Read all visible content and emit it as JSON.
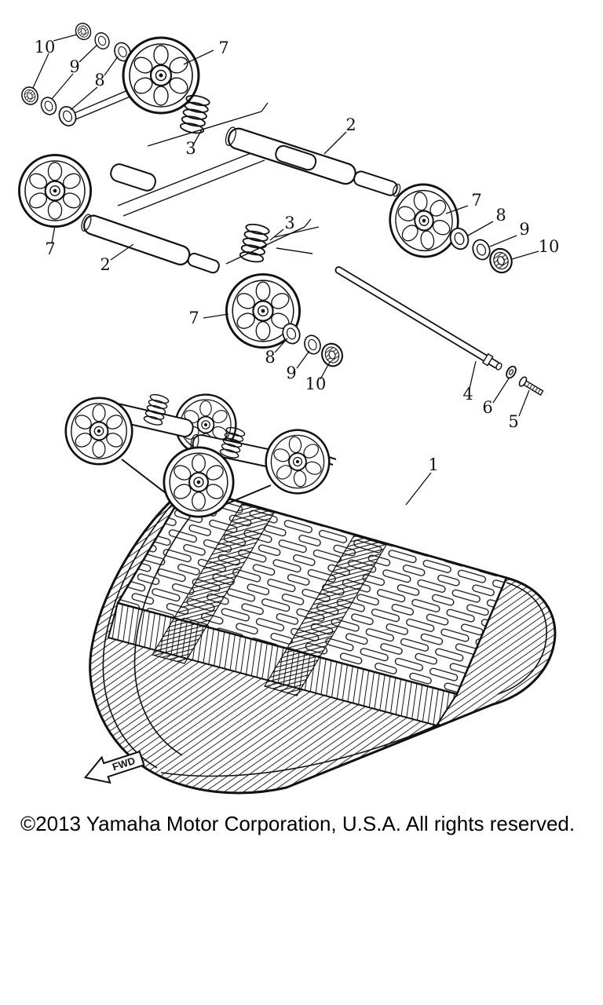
{
  "diagram": {
    "description": "Track suspension exploded parts diagram",
    "fwd_label": "FWD",
    "callouts": [
      {
        "label": "10"
      },
      {
        "label": "9"
      },
      {
        "label": "8"
      },
      {
        "label": "7"
      },
      {
        "label": "2"
      },
      {
        "label": "3"
      },
      {
        "label": "7"
      },
      {
        "label": "8"
      },
      {
        "label": "9"
      },
      {
        "label": "10"
      },
      {
        "label": "3"
      },
      {
        "label": "2"
      },
      {
        "label": "7"
      },
      {
        "label": "7"
      },
      {
        "label": "8"
      },
      {
        "label": "9"
      },
      {
        "label": "10"
      },
      {
        "label": "4"
      },
      {
        "label": "6"
      },
      {
        "label": "5"
      },
      {
        "label": "1"
      }
    ]
  },
  "footer": {
    "copyright": "©2013 Yamaha Motor Corporation, U.S.A. All rights reserved."
  }
}
